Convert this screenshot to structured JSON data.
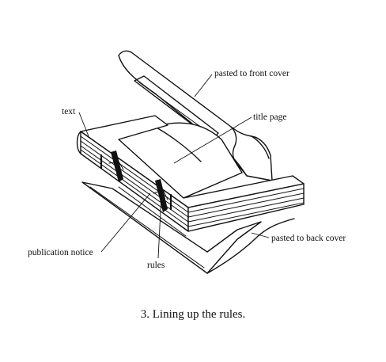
{
  "labels": {
    "pasted_to_front_cover": "pasted to front cover",
    "text": "text",
    "title_page": "title page",
    "pasted_to_back_cover": "pasted to back cover",
    "publication_notice": "publication notice",
    "rules": "rules"
  },
  "caption": "3. Lining up the rules.",
  "colors": {
    "ink": "#111111",
    "paper": "#ffffff"
  }
}
